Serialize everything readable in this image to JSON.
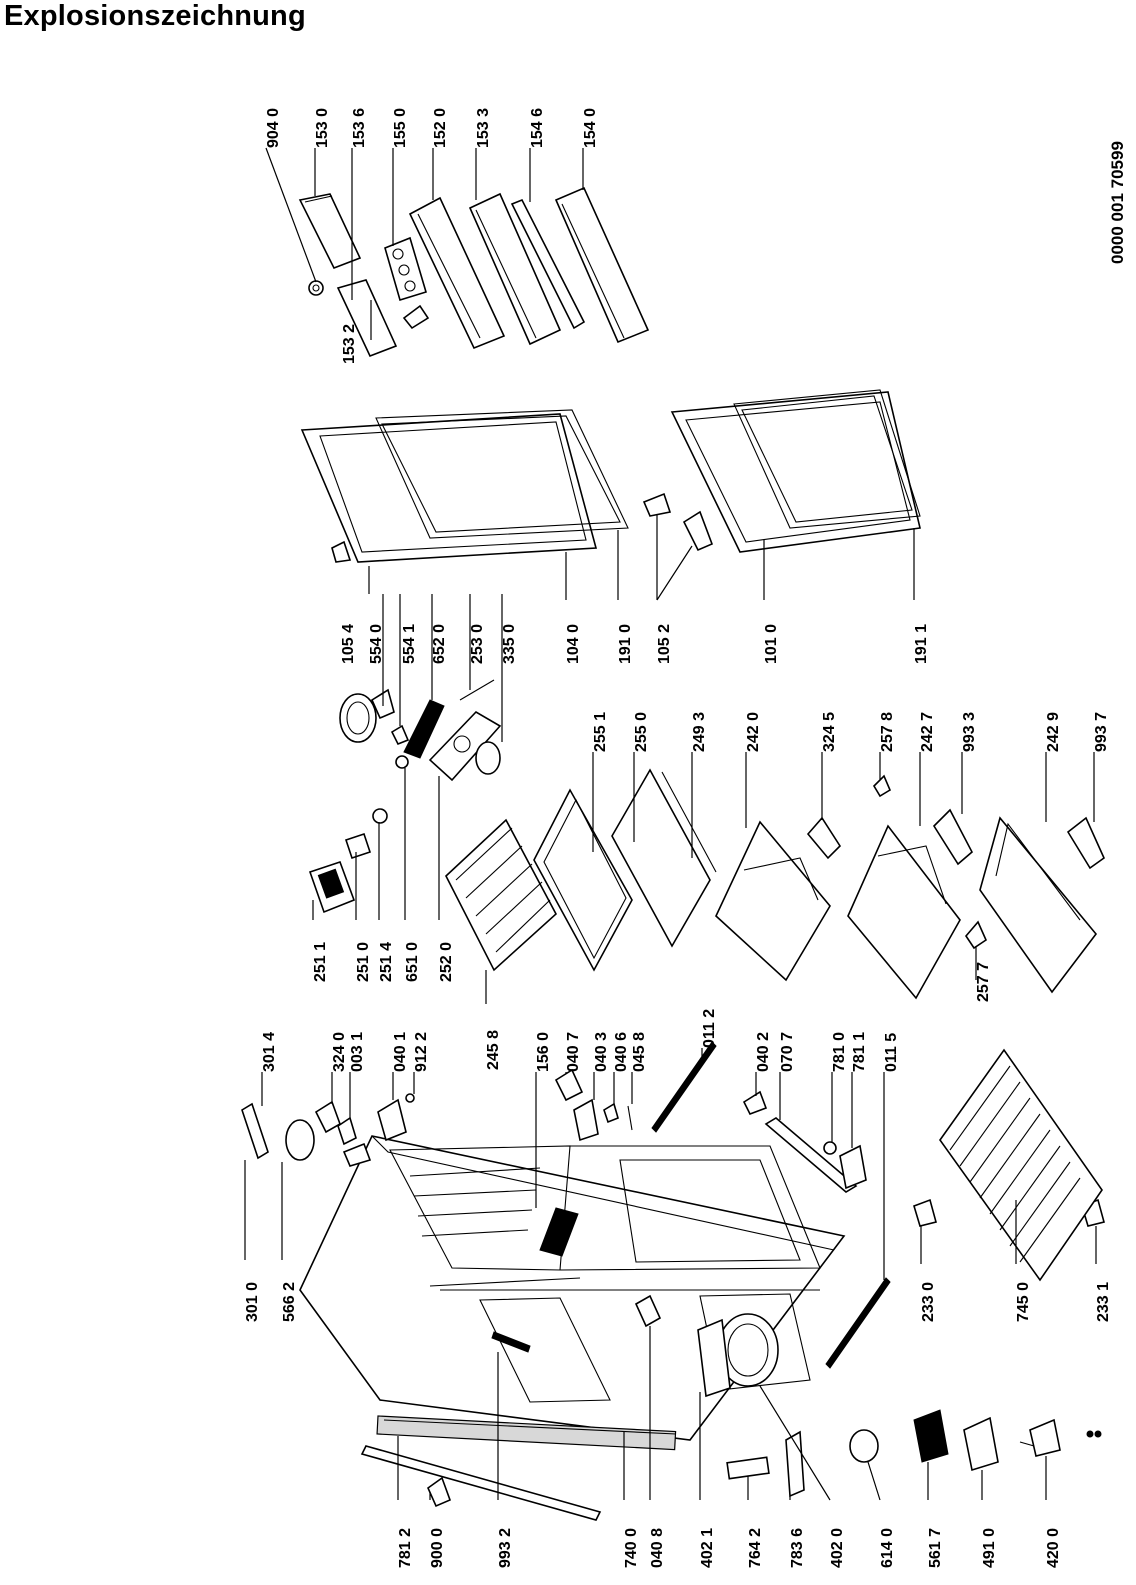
{
  "title": "Explosionszeichnung",
  "document_number": "0000 001 70599",
  "parts": [
    {
      "id": "p9040",
      "label": "904 0"
    },
    {
      "id": "p1530",
      "label": "153 0"
    },
    {
      "id": "p1536",
      "label": "153 6"
    },
    {
      "id": "p1550",
      "label": "155 0"
    },
    {
      "id": "p1520",
      "label": "152 0"
    },
    {
      "id": "p1533",
      "label": "153 3"
    },
    {
      "id": "p1546",
      "label": "154 6"
    },
    {
      "id": "p1540",
      "label": "154 0"
    },
    {
      "id": "p1532",
      "label": "153 2"
    },
    {
      "id": "p1054",
      "label": "105 4"
    },
    {
      "id": "p5540",
      "label": "554 0"
    },
    {
      "id": "p5541",
      "label": "554 1"
    },
    {
      "id": "p6520",
      "label": "652 0"
    },
    {
      "id": "p2530",
      "label": "253 0"
    },
    {
      "id": "p3350",
      "label": "335 0"
    },
    {
      "id": "p1040",
      "label": "104 0"
    },
    {
      "id": "p1910",
      "label": "191 0"
    },
    {
      "id": "p1052",
      "label": "105 2"
    },
    {
      "id": "p1010",
      "label": "101 0"
    },
    {
      "id": "p1911",
      "label": "191 1"
    },
    {
      "id": "p2511",
      "label": "251 1"
    },
    {
      "id": "p2510",
      "label": "251 0"
    },
    {
      "id": "p2514",
      "label": "251 4"
    },
    {
      "id": "p6510",
      "label": "651 0"
    },
    {
      "id": "p2520",
      "label": "252 0"
    },
    {
      "id": "p2551",
      "label": "255 1"
    },
    {
      "id": "p2550",
      "label": "255 0"
    },
    {
      "id": "p2493",
      "label": "249 3"
    },
    {
      "id": "p2420",
      "label": "242 0"
    },
    {
      "id": "p3245",
      "label": "324 5"
    },
    {
      "id": "p2578",
      "label": "257 8"
    },
    {
      "id": "p2427",
      "label": "242 7"
    },
    {
      "id": "p9933",
      "label": "993 3"
    },
    {
      "id": "p2429",
      "label": "242 9"
    },
    {
      "id": "p9937",
      "label": "993 7"
    },
    {
      "id": "p2458",
      "label": "245 8"
    },
    {
      "id": "p2577",
      "label": "257 7"
    },
    {
      "id": "p3014",
      "label": "301 4"
    },
    {
      "id": "p3240",
      "label": "324 0"
    },
    {
      "id": "p0031",
      "label": "003 1"
    },
    {
      "id": "p0401",
      "label": "040 1"
    },
    {
      "id": "p9122",
      "label": "912 2"
    },
    {
      "id": "p1560",
      "label": "156 0"
    },
    {
      "id": "p0407",
      "label": "040 7"
    },
    {
      "id": "p0403",
      "label": "040 3"
    },
    {
      "id": "p0406",
      "label": "040 6"
    },
    {
      "id": "p0458",
      "label": "045 8"
    },
    {
      "id": "p0112",
      "label": "011 2"
    },
    {
      "id": "p0402",
      "label": "040 2"
    },
    {
      "id": "p0707",
      "label": "070 7"
    },
    {
      "id": "p7810",
      "label": "781 0"
    },
    {
      "id": "p7811",
      "label": "781 1"
    },
    {
      "id": "p0115",
      "label": "011 5"
    },
    {
      "id": "p3010",
      "label": "301 0"
    },
    {
      "id": "p5662",
      "label": "566 2"
    },
    {
      "id": "p2330",
      "label": "233 0"
    },
    {
      "id": "p7450",
      "label": "745 0"
    },
    {
      "id": "p2331",
      "label": "233 1"
    },
    {
      "id": "p7812",
      "label": "781 2"
    },
    {
      "id": "p9000",
      "label": "900 0"
    },
    {
      "id": "p9932",
      "label": "993 2"
    },
    {
      "id": "p7400",
      "label": "740 0"
    },
    {
      "id": "p0408",
      "label": "040 8"
    },
    {
      "id": "p4021",
      "label": "402 1"
    },
    {
      "id": "p7642",
      "label": "764 2"
    },
    {
      "id": "p7836",
      "label": "783 6"
    },
    {
      "id": "p4020",
      "label": "402 0"
    },
    {
      "id": "p6140",
      "label": "614 0"
    },
    {
      "id": "p5617",
      "label": "561 7"
    },
    {
      "id": "p4910",
      "label": "491 0"
    },
    {
      "id": "p4200",
      "label": "420 0"
    }
  ]
}
